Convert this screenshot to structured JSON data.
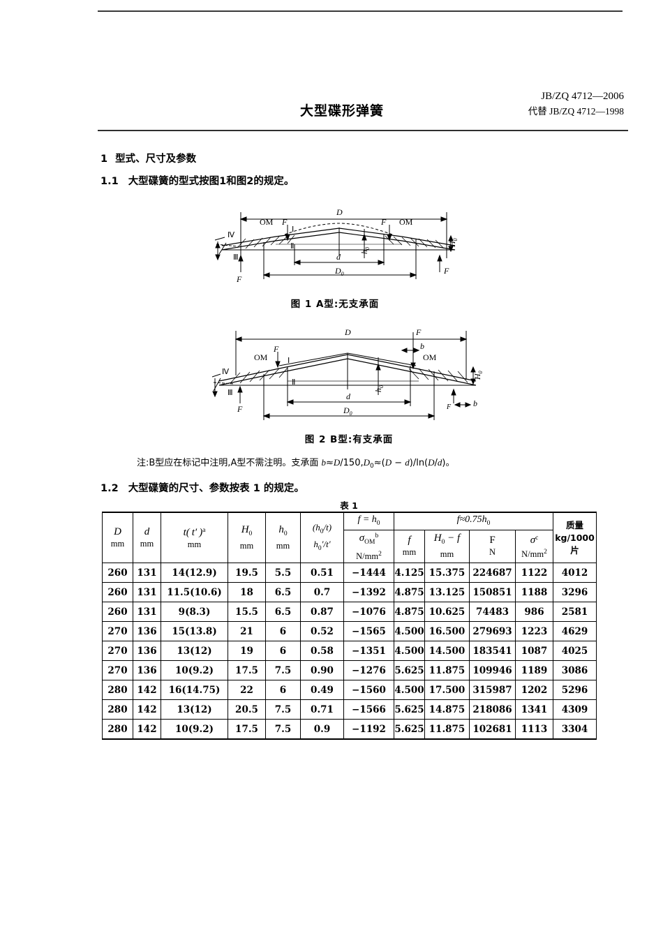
{
  "header": {
    "title": "大型碟形弹簧",
    "std_no": "JB/ZQ 4712—2006",
    "replaces": "代替 JB/ZQ 4712—1998"
  },
  "sections": {
    "s1_num": "1",
    "s1_text": "型式、尺寸及参数",
    "s11_num": "1.1",
    "s11_text": "大型碟簧的型式按图1和图2的规定。",
    "s12_num": "1.2",
    "s12_text": "大型碟簧的尺寸、参数按表 1 的规定。"
  },
  "note": {
    "prefix": "注:",
    "text": "B型应在标记中注明,A型不需注明。支承面 b≈D/150,D0≈(D−d)/ln(D/d)。"
  },
  "figures": [
    {
      "caption": "图 1   A型:无支承面",
      "labels": [
        "D",
        "D0",
        "d",
        "h0",
        "H0",
        "OM",
        "F",
        "I",
        "II",
        "III",
        "IV"
      ]
    },
    {
      "caption": "图 2   B型:有支承面",
      "labels": [
        "D",
        "D0",
        "d",
        "h0",
        "H0",
        "OM",
        "F",
        "b",
        "I",
        "II",
        "III",
        "IV"
      ]
    }
  ],
  "table": {
    "caption": "表 1",
    "group_headers": [
      {
        "label": "f = h0",
        "colspan": 1
      },
      {
        "label": "f≈0.75h0",
        "colspan": 4
      }
    ],
    "columns": [
      {
        "sym": "D",
        "unit": "mm"
      },
      {
        "sym": "d",
        "unit": "mm"
      },
      {
        "sym": "t(t')a",
        "unit": "mm"
      },
      {
        "sym": "H0",
        "unit": "mm"
      },
      {
        "sym": "h0",
        "unit": "mm"
      },
      {
        "sym": "(h0/t) h0'/t'",
        "unit": ""
      },
      {
        "sym": "σOMb",
        "unit": "N/mm2"
      },
      {
        "sym": "f",
        "unit": "mm"
      },
      {
        "sym": "H0 − f",
        "unit": "mm"
      },
      {
        "sym": "F",
        "unit": "N"
      },
      {
        "sym": "σc",
        "unit": "N/mm2"
      },
      {
        "sym": "质量",
        "unit": "kg/1000 片"
      }
    ],
    "rows": [
      [
        "260",
        "131",
        "14(12.9)",
        "19.5",
        "5.5",
        "0.51",
        "−1444",
        "4.125",
        "15.375",
        "224687",
        "1122",
        "4012"
      ],
      [
        "260",
        "131",
        "11.5(10.6)",
        "18",
        "6.5",
        "0.7",
        "−1392",
        "4.875",
        "13.125",
        "150851",
        "1188",
        "3296"
      ],
      [
        "260",
        "131",
        "9(8.3)",
        "15.5",
        "6.5",
        "0.87",
        "−1076",
        "4.875",
        "10.625",
        "74483",
        "986",
        "2581"
      ],
      [
        "270",
        "136",
        "15(13.8)",
        "21",
        "6",
        "0.52",
        "−1565",
        "4.500",
        "16.500",
        "279693",
        "1223",
        "4629"
      ],
      [
        "270",
        "136",
        "13(12)",
        "19",
        "6",
        "0.58",
        "−1351",
        "4.500",
        "14.500",
        "183541",
        "1087",
        "4025"
      ],
      [
        "270",
        "136",
        "10(9.2)",
        "17.5",
        "7.5",
        "0.90",
        "−1276",
        "5.625",
        "11.875",
        "109946",
        "1189",
        "3086"
      ],
      [
        "280",
        "142",
        "16(14.75)",
        "22",
        "6",
        "0.49",
        "−1560",
        "4.500",
        "17.500",
        "315987",
        "1202",
        "5296"
      ],
      [
        "280",
        "142",
        "13(12)",
        "20.5",
        "7.5",
        "0.71",
        "−1566",
        "5.625",
        "14.875",
        "218086",
        "1341",
        "4309"
      ],
      [
        "280",
        "142",
        "10(9.2)",
        "17.5",
        "7.5",
        "0.9",
        "−1192",
        "5.625",
        "11.875",
        "102681",
        "1113",
        "3304"
      ]
    ]
  }
}
